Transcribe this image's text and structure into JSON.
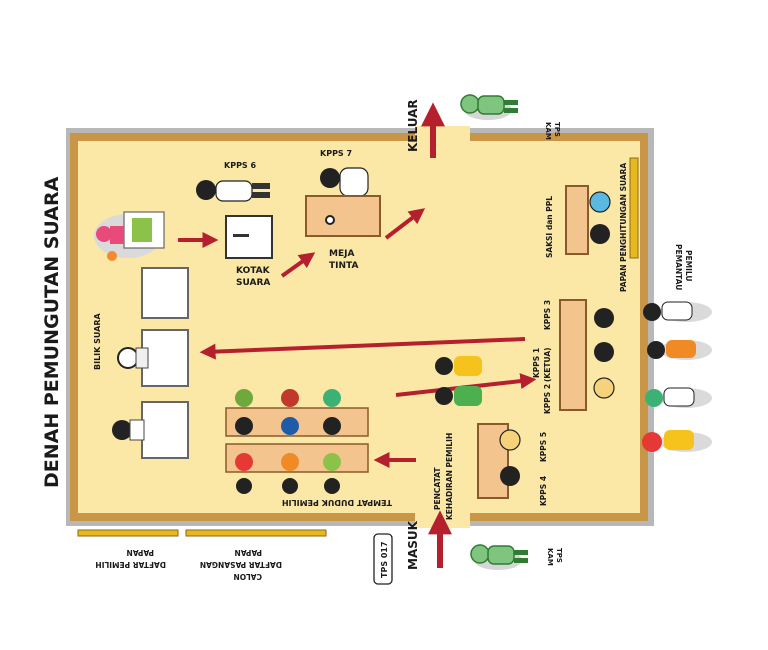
{
  "title": "DENAH PEMUNGUTAN SUARA",
  "labels": {
    "keluar": "KELUAR",
    "masuk": "MASUK",
    "kam_tps": "KAM TPS",
    "kam": "KAM",
    "tps": "TPS",
    "kpps6": "KPPS 6",
    "kpps7": "KPPS 7",
    "kotak1": "KOTAK",
    "kotak2": "SUARA",
    "meja1": "MEJA",
    "meja2": "TINTA",
    "saksi": "SAKSI dan PPL",
    "papan_hitung": "PAPAN PENGHITUNGAN SUARA",
    "pemantau1": "PEMANTAU",
    "pemantau2": "PEMILU",
    "bilik": "BILIK SUARA",
    "kpps3": "KPPS 3",
    "kpps1a": "KPPS 1",
    "kpps1b": "(KETUA)",
    "kpps2": "KPPS 2",
    "kpps5": "KPPS 5",
    "kpps4": "KPPS 4",
    "pencatat1": "PENCATAT",
    "pencatat2": "KEHADIRAN PEMILIH",
    "tempat_duduk": "TEMPAT DUDUK PEMILIH",
    "tps_no": "TPS 017",
    "papan_pemilih1": "PAPAN",
    "papan_pemilih2": "DAFTAR PEMILIH",
    "papan_calon1": "PAPAN",
    "papan_calon2": "DAFTAR PASANGAN",
    "papan_calon3": "CALON"
  },
  "colors": {
    "floor": "#FBE8A6",
    "wall": "#C99547",
    "wall_outer": "#A9A9A9",
    "arrow": "#B5202E",
    "board": "#E8B820",
    "table": "#F4C48F",
    "table_edge": "#8B5A2B",
    "booth": "#FFFFFF"
  }
}
